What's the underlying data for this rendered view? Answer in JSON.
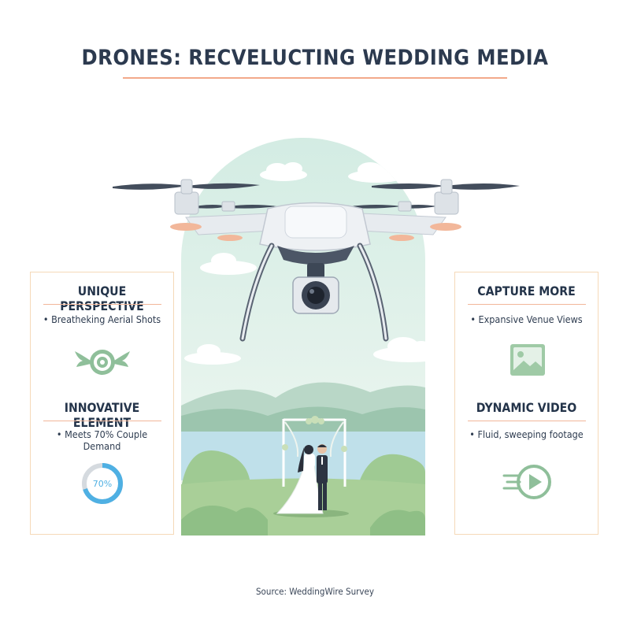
{
  "title": "DRONES: RECVELUCTING WEDDING MEDIA",
  "left_panel": {
    "section1": {
      "heading": "UNIQUE PERSPECTIVE",
      "bullet": "• Breatheking Aerial Shots"
    },
    "section2": {
      "heading": "INNOVATIVE ELEMENT",
      "bullet": "• Meets 70% Couple Demand"
    },
    "gauge": {
      "label": "70%",
      "value_percent": 70
    }
  },
  "right_panel": {
    "section1": {
      "heading": "CAPTURE MORE",
      "bullet": "• Expansive Venue Views"
    },
    "section2": {
      "heading": "DYNAMIC VIDEO",
      "bullet": "• Fluid, sweeping footage"
    }
  },
  "icons": {
    "left_top": "winged-target-icon",
    "left_bottom": "progress-ring-icon",
    "right_top": "landscape-image-icon",
    "right_bottom": "play-motion-icon"
  },
  "colors": {
    "accent": "#f2a98a",
    "panel_border": "#f5d9b8",
    "sage": "#8fbf9a",
    "sky": "#dbefe6",
    "gauge_blue": "#4fb0e3"
  },
  "source": "Source: WeddingWire Survey"
}
